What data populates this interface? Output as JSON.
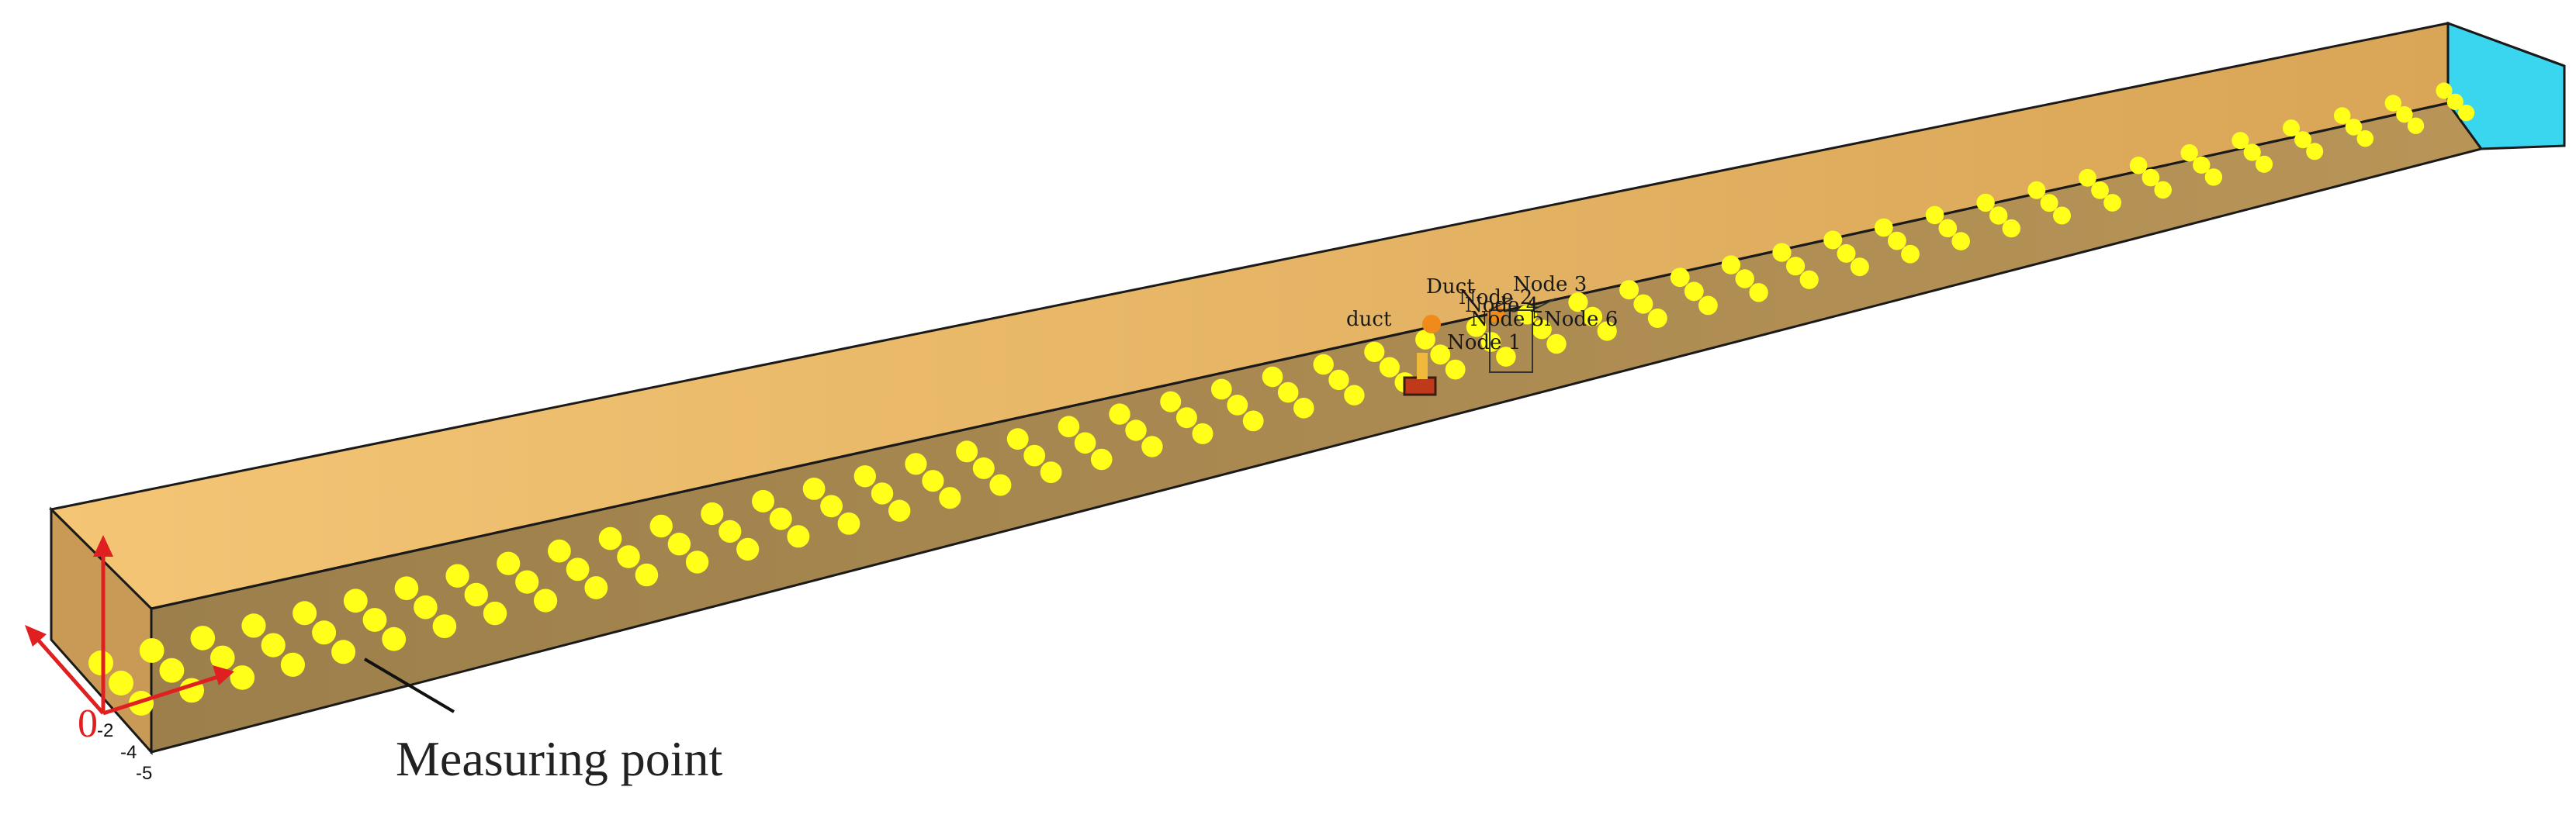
{
  "figure": {
    "caption": "Measuring point",
    "origin_label": "0",
    "axis_ticks": [
      "-2",
      "-4",
      "-5"
    ],
    "node_labels": [
      "Duct",
      "Node 3",
      "Node 2",
      "Node 4",
      "duct",
      "Node 5",
      "Node 6",
      "Node 1"
    ],
    "measuring_point_rows": 47,
    "measuring_points_per_row": 3
  },
  "colors": {
    "duct_wall": "#e9b868",
    "duct_floor": "#a88a52",
    "duct_outlet": "#3ad6f0",
    "measuring_point": "#ffff1a",
    "axis": "#e02020",
    "fire_source": "#e8861e"
  }
}
